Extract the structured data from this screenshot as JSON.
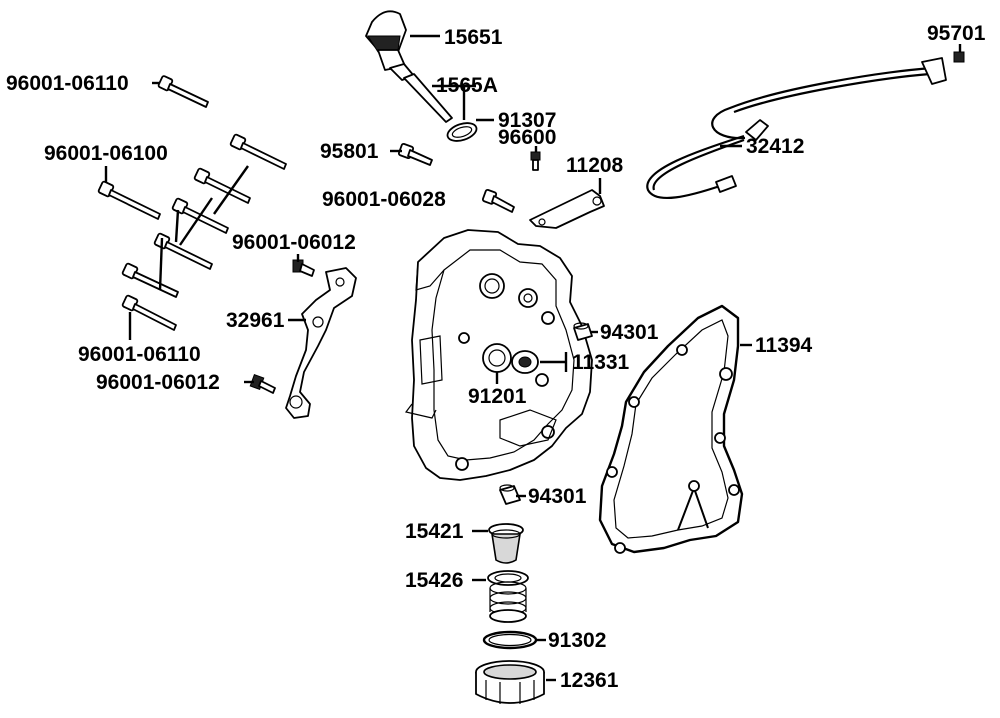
{
  "labels": {
    "p15651": "15651",
    "p1565A": "1565A",
    "p91307": "91307",
    "p96600": "96600",
    "p95801": "95801",
    "p11208": "11208",
    "p96001_06028": "96001-06028",
    "p95701": "95701",
    "p32412": "32412",
    "p96001_06110_top": "96001-06110",
    "p96001_06100": "96001-06100",
    "p96001_06012_top": "96001-06012",
    "p32961": "32961",
    "p96001_06110_bottom": "96001-06110",
    "p96001_06012_bottom": "96001-06012",
    "p94301_top": "94301",
    "p11331": "11331",
    "p91201": "91201",
    "p11394": "11394",
    "p94301_bottom": "94301",
    "p15421": "15421",
    "p15426": "15426",
    "p91302": "91302",
    "p12361": "12361"
  }
}
